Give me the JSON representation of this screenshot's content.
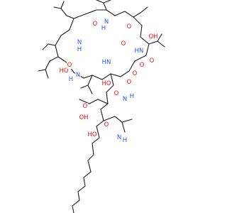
{
  "colors": {
    "background": "#ffffff",
    "bond": "#1a1a1a",
    "oxygen": "#ff0d0d",
    "nitrogen": "#3050f8"
  },
  "labels": {
    "o_top_ring_1": "O",
    "nh_top_1": "H",
    "n_top_1": "N",
    "oh_top": "OH",
    "o_top_ring_2": "O",
    "hn_top_2": "HN",
    "o_ring_3": "O",
    "nh_mid_1": "N",
    "h_mid_1": "H",
    "oh_left": "HO",
    "o_left_1": "O",
    "h_ring_n": "H",
    "n_ring_n": "N",
    "o_right_1": "O",
    "o_right_2": "O",
    "o_ring_mid": "O",
    "hn_lower_1": "HN",
    "ho_lower": "HO",
    "o_lower_1": "O",
    "o_lower_2": "O",
    "h_lower_n": "H",
    "n_lower_n": "N",
    "o_acid": "O",
    "oh_acid": "OH",
    "o_chain": "O",
    "h_chain_n": "H",
    "n_chain_n": "N",
    "oh_tail": "HO"
  }
}
